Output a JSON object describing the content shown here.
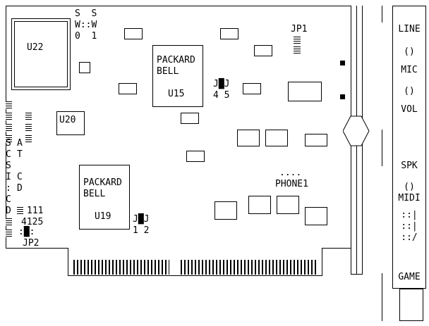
{
  "diagram": {
    "chips": {
      "u22": {
        "label": "U22"
      },
      "u20": {
        "label": "U20"
      },
      "u15": {
        "brand_line1": "PACKARD",
        "brand_line2": "BELL",
        "label": "U15"
      },
      "u19": {
        "brand_line1": "PACKARD",
        "brand_line2": "BELL",
        "label": "U19"
      }
    },
    "dip_switch": {
      "line1": "S  S",
      "line2": "W::W",
      "line3": "0  1"
    },
    "jumpers": {
      "jp1_label": "JP1",
      "jp2_label": "JP2",
      "jp2_cap": ":█:",
      "j4_j5": {
        "line1": "J█J",
        "line2": "4 5"
      },
      "j1_j2": {
        "line1": "J█J",
        "line2": "1 2"
      }
    },
    "cd_interface": {
      "scsi_cd_vertical": [
        "S",
        "C",
        "S",
        "I",
        ":",
        "C",
        "D"
      ],
      "at_cd_vertical": [
        "A",
        "T",
        "C",
        "D"
      ],
      "code_line1": "111",
      "code_line2": "4125"
    },
    "phone": {
      "label": "PHONE1",
      "dots": "...."
    }
  },
  "bracket": {
    "ports": [
      "LINE",
      "()",
      "MIC",
      "()",
      "VOL",
      "SPK",
      "()",
      "MIDI",
      "::|",
      "::|",
      "::/",
      "GAME"
    ]
  },
  "colors": {
    "ink": "#000000",
    "background": "#ffffff"
  }
}
